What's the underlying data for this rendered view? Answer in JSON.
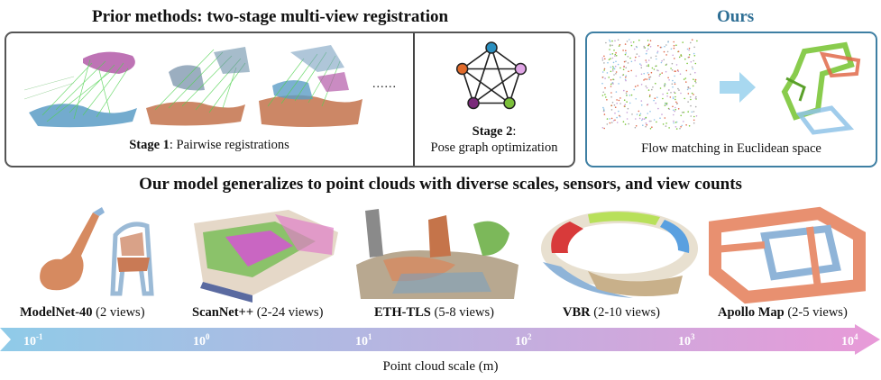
{
  "header": {
    "prior_title": "Prior methods: two-stage multi-view registration",
    "ours_title": "Ours"
  },
  "prior": {
    "stage1_bold": "Stage 1",
    "stage1_rest": ": Pairwise registrations",
    "ellipsis": "......",
    "stage2_bold": "Stage 2",
    "stage2_colon": ":",
    "stage2_rest": "Pose graph optimization",
    "graph_node_colors": [
      "#2a8fbf",
      "#e0a5e6",
      "#7bbf3a",
      "#7a2a7a",
      "#e06a2a"
    ]
  },
  "ours": {
    "caption": "Flow matching in Euclidean space",
    "arrow_color": "#a8d8f0"
  },
  "middle_title": "Our model generalizes to point clouds with diverse scales, sensors, and view counts",
  "datasets": [
    {
      "name": "ModelNet-40",
      "detail": " (2 views)"
    },
    {
      "name": "ScanNet++",
      "detail": " (2-24 views)"
    },
    {
      "name": "ETH-TLS",
      "detail": " (5-8 views)"
    },
    {
      "name": "VBR",
      "detail": " (2-10 views)"
    },
    {
      "name": "Apollo Map",
      "detail": " (2-5 views)"
    }
  ],
  "scale_axis": {
    "ticks": [
      {
        "base": "10",
        "exp": "-1"
      },
      {
        "base": "10",
        "exp": "0"
      },
      {
        "base": "10",
        "exp": "1"
      },
      {
        "base": "10",
        "exp": "2"
      },
      {
        "base": "10",
        "exp": "3"
      },
      {
        "base": "10",
        "exp": "4"
      }
    ],
    "label": "Point cloud scale (m)",
    "gradient_start": "#8fcbe8",
    "gradient_end": "#e89ad8"
  }
}
